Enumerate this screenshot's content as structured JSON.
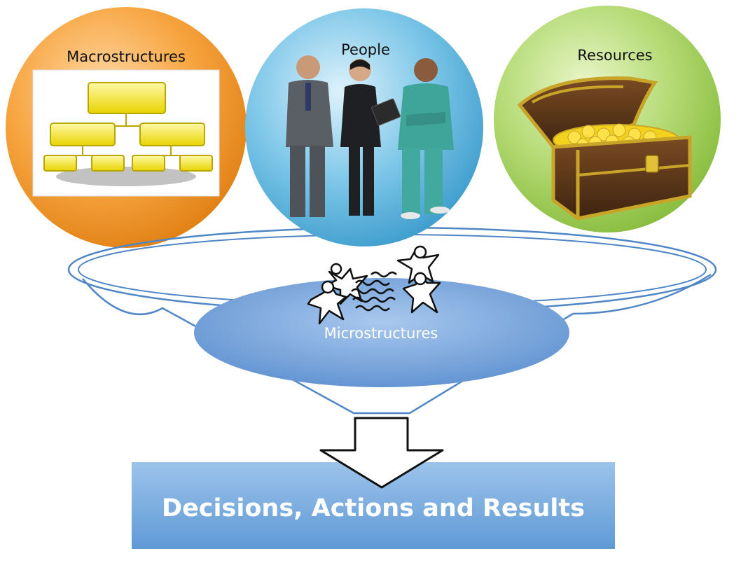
{
  "circles": {
    "macro": {
      "label": "Macrostructures",
      "icon": "org-chart-icon",
      "color": "#F7A541"
    },
    "people": {
      "label": "People",
      "icon": "business-people-icon",
      "color": "#5FB8E0"
    },
    "resources": {
      "label": "Resources",
      "icon": "treasure-chest-icon",
      "color": "#A9D466"
    }
  },
  "funnel": {
    "label": "Microstructures",
    "icon": "interacting-figures-icon"
  },
  "result": {
    "label": "Decisions, Actions and Results"
  },
  "colors": {
    "funnel_stroke": "#4F86C6",
    "result_box": "#6FA8DC",
    "micro_ellipse": "#6D9FDB"
  }
}
